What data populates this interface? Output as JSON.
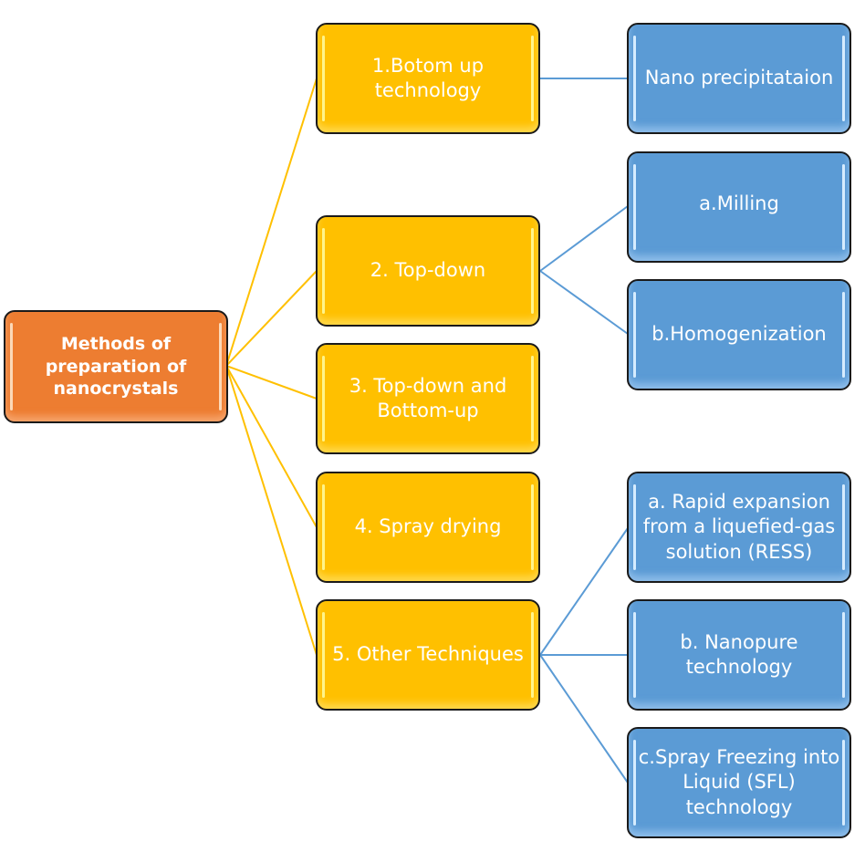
{
  "diagram": {
    "type": "hierarchy",
    "colors": {
      "root": "#ed7d31",
      "level1": "#ffc000",
      "level2": "#5b9bd5",
      "root_connector": "#ffc000",
      "level1_connector": "#5b9bd5"
    },
    "root": {
      "label": "Methods of preparation of nanocrystals"
    },
    "methods": [
      {
        "label": "1.Botom up technology",
        "children": [
          {
            "label": "Nano precipitataion"
          }
        ]
      },
      {
        "label": "2. Top-down",
        "children": [
          {
            "label": "a.Milling"
          },
          {
            "label": "b.Homogenization"
          }
        ]
      },
      {
        "label": "3. Top-down and Bottom-up",
        "children": []
      },
      {
        "label": "4. Spray drying",
        "children": []
      },
      {
        "label": "5. Other Techniques",
        "children": [
          {
            "label": "a. Rapid expansion from a liquefied-gas solution (RESS)"
          },
          {
            "label": "b. Nanopure technology"
          },
          {
            "label": "c.Spray Freezing into Liquid (SFL) technology"
          }
        ]
      }
    ]
  }
}
